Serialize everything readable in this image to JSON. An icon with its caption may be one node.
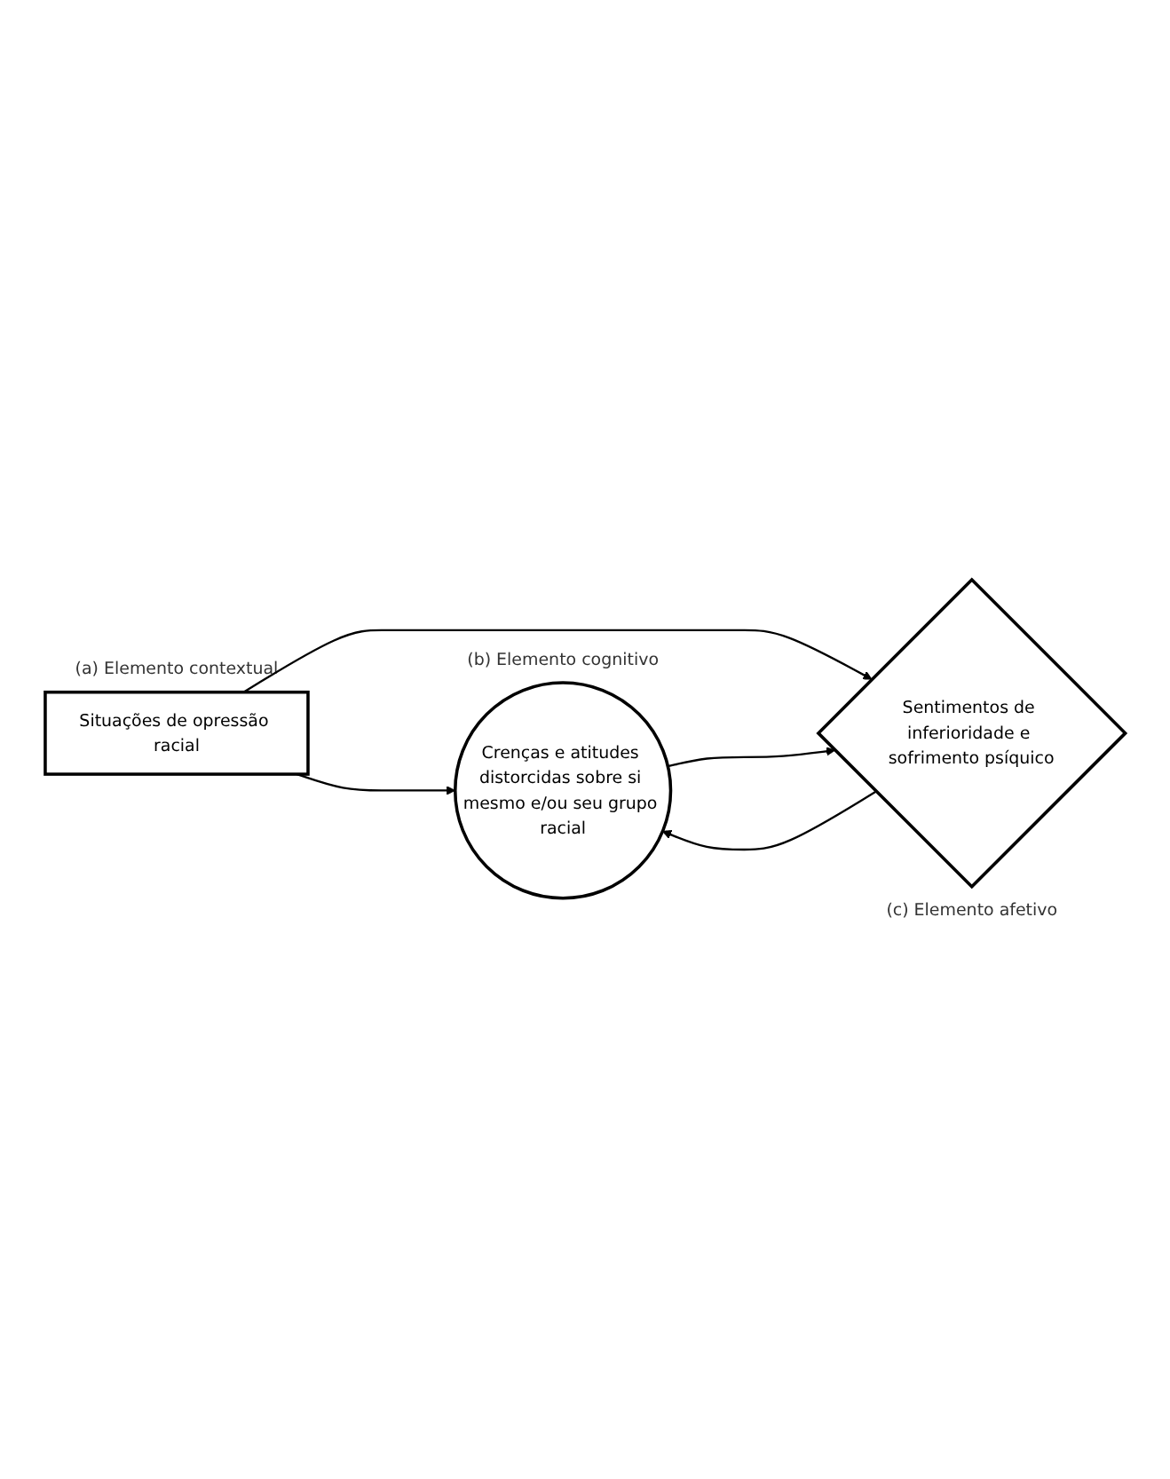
{
  "diagram": {
    "nodes": [
      {
        "text": [
          "Situações de opressão racial"
        ],
        "beside": [
          "(a) Elemento contextual"
        ]
      },
      {
        "text": [
          "Crenças e atitudes distorcidas sobre si mesmo e/ou seu grupo racial"
        ],
        "beside": [
          "(b) Elemento cognitivo"
        ]
      },
      {
        "text": [
          "Sentimentos de inferioridade e sofrimento psíquico"
        ],
        "beside": [
          "(c) Elemento afetivo"
        ]
      }
    ],
    "edges": [
      {
        "from": 0,
        "to": 1,
        "arrow": "to"
      },
      {
        "from": 0,
        "to": 2,
        "arrow": "to"
      },
      {
        "from": 1,
        "to": 2,
        "arrow": "to"
      },
      {
        "from": 2,
        "to": 1,
        "arrow": "to"
      }
    ]
  }
}
